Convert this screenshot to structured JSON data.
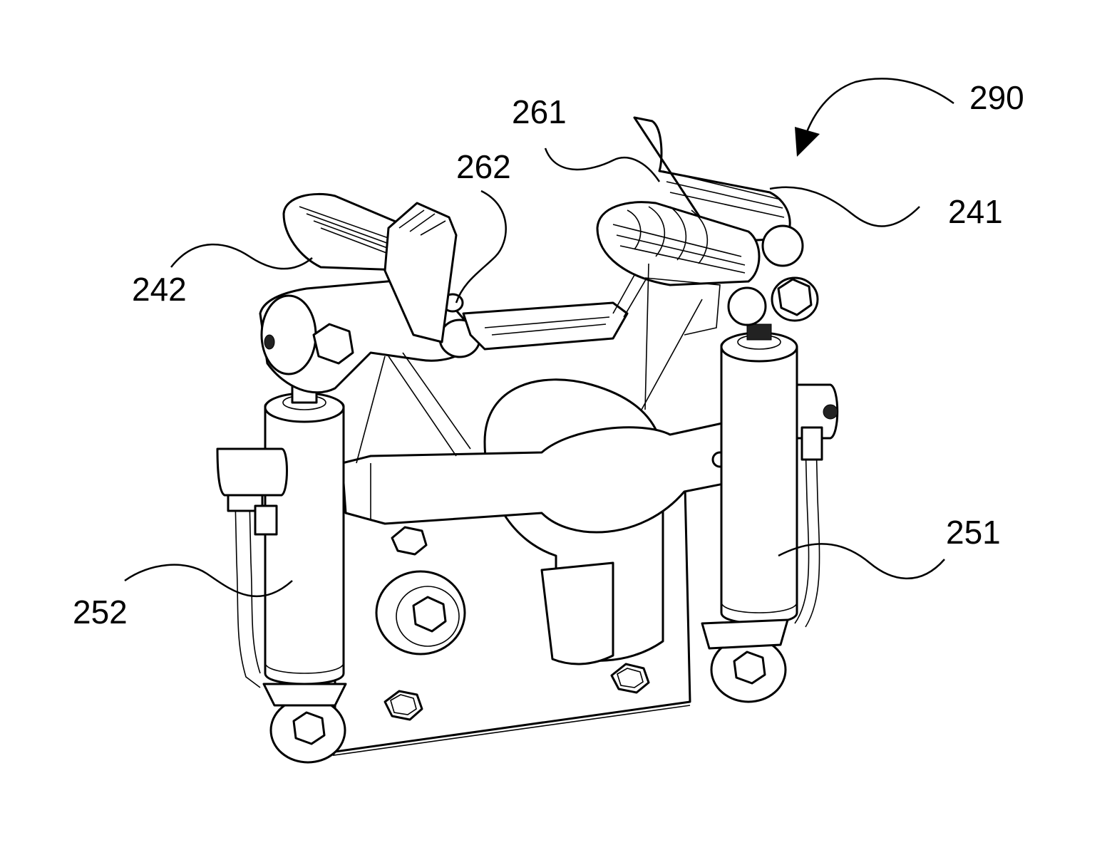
{
  "figure": {
    "labels": {
      "l290": "290",
      "l261": "261",
      "l262": "262",
      "l241": "241",
      "l242": "242",
      "l251": "251",
      "l252": "252"
    }
  }
}
